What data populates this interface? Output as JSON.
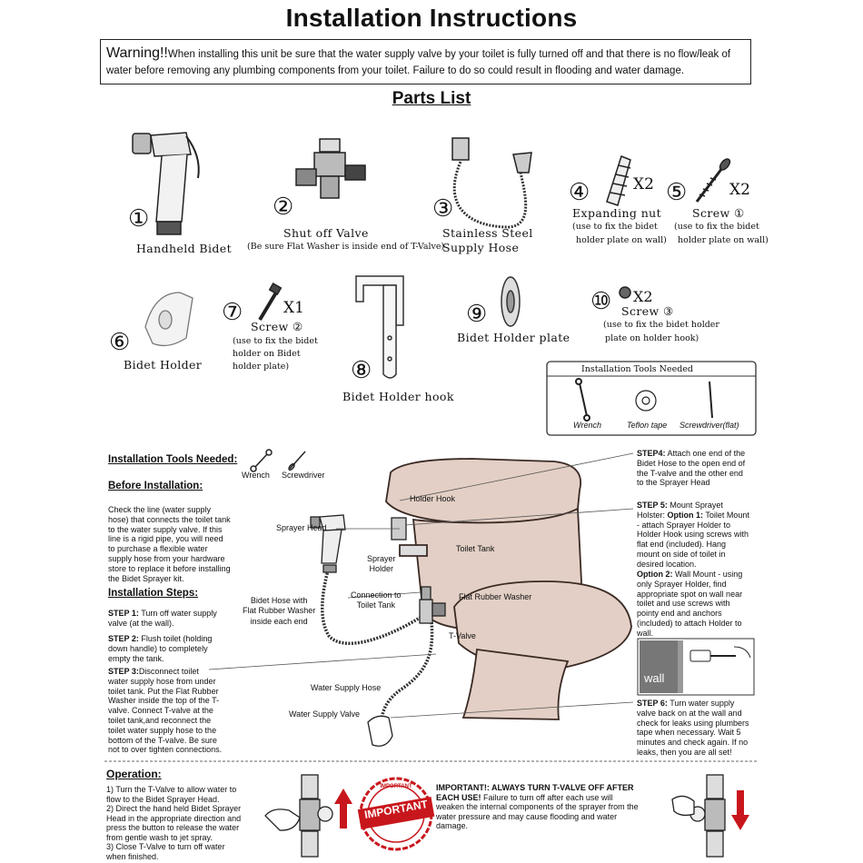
{
  "title": "Installation Instructions",
  "warning": {
    "lead": "Warning!!",
    "text": "When installing this unit be sure that the water supply valve by your toilet is fully turned off and that there is no flow/leak of water before removing any plumbing components from your toilet.  Failure to do so could result in flooding and water damage."
  },
  "parts_title": "Parts List",
  "parts": [
    {
      "num": "①",
      "label": "Handheld Bidet"
    },
    {
      "num": "②",
      "label": "Shut off Valve",
      "note": "(Be sure Flat Washer is inside end of T-Valve)"
    },
    {
      "num": "③",
      "label": "Stainless Steel",
      "label2": "Supply Hose"
    },
    {
      "num": "④",
      "qty": "X2",
      "label": "Expanding nut",
      "note1": "(use to fix the bidet",
      "note2": "holder plate on wall)"
    },
    {
      "num": "⑤",
      "qty": "X2",
      "label": "Screw ①",
      "note1": "(use to fix the bidet",
      "note2": "holder plate on wall)"
    },
    {
      "num": "⑥",
      "label": "Bidet Holder"
    },
    {
      "num": "⑦",
      "qty": "X1",
      "label": "Screw ②",
      "note1": "(use to fix the bidet",
      "note2": "holder on Bidet",
      "note3": "holder plate)"
    },
    {
      "num": "⑧",
      "label": "Bidet Holder hook"
    },
    {
      "num": "⑨",
      "label": "Bidet Holder plate"
    },
    {
      "num": "⑩",
      "qty": "X2",
      "label": "Screw ③",
      "note1": "(use to fix the bidet holder",
      "note2": "plate on holder hook)"
    }
  ],
  "tools_box": {
    "title": "Installation Tools Needed",
    "wrench": "Wrench",
    "tape": "Teflon tape",
    "screwdriver": "Screwdriver(flat)"
  },
  "tools_left": {
    "heading": "Installation Tools Needed:",
    "wrench": "Wrench",
    "screwdriver": "Screwdriver"
  },
  "before": {
    "heading": "Before Installation:",
    "lines": [
      "Check the line (water supply",
      "hose) that connects the toilet tank",
      "to the water supply valve.  If this",
      "line is a rigid pipe, you will need",
      "to purchase a flexible water",
      "supply hose from your hardware",
      "store to replace it before installing",
      "the Bidet Sprayer kit."
    ]
  },
  "steps_heading": "Installation Steps:",
  "step1": {
    "label": "STEP 1:",
    "text": "Turn off water supply",
    "line2": "valve  (at the wall)."
  },
  "step2": {
    "label": "STEP 2:",
    "text": "Flush toilet (holding",
    "line2": "down handle) to completely",
    "line3": "empty the tank."
  },
  "step3": {
    "label": "STEP 3:",
    "text": "Disconnect toilet",
    "lines": [
      "water supply hose from under",
      "toilet tank. Put the Flat Rubber",
      "Washer inside the top of the T-",
      "valve. Connect T-valve at the",
      "toilet tank,and reconnect the",
      "toilet water supply hose to the",
      "bottom of the T-valve. Be sure",
      "not to over tighten connections."
    ]
  },
  "step4": {
    "label": "STEP4:",
    "text": "Attach one end of the",
    "lines": [
      "Bidet Hose to the open end of",
      "the T-valve and the other end",
      "to the Sprayer Head"
    ]
  },
  "step5": {
    "label": "STEP 5:",
    "text": "Mount Sprayet",
    "line2a": "Holster:",
    "opt1": "Option 1:",
    "line2b": "Toilet Mount",
    "lines": [
      "- attach Sprayer Holder to",
      "Holder Hook using screws with",
      "flat end (included).  Hang",
      "mount on side of toilet in",
      "desired location."
    ]
  },
  "option2": {
    "label": "Option 2:",
    "text": "Wall Mount - using",
    "lines": [
      "only Sprayer Holder, find",
      "appropriate spot on wall near",
      "toilet and use screws with",
      "pointy end and anchors",
      "(included) to attach Holder to",
      "wall."
    ]
  },
  "wall_label": "wall",
  "step6": {
    "label": "STEP 6:",
    "text": "Turn water supply",
    "lines": [
      "valve back on at the wall and",
      "check for leaks using plumbers",
      "tape when necessary.  Wait 5",
      "minutes and check again.  If no",
      "leaks, then you are all set!"
    ]
  },
  "diagram": {
    "holder_hook": "Holder Hook",
    "sprayer_head": "Sprayer Head",
    "sprayer_holder1": "Sprayer",
    "sprayer_holder2": "Holder",
    "toilet_tank": "Toilet Tank",
    "bidet_hose1": "Bidet Hose with",
    "bidet_hose2": "Flat Rubber Washer",
    "bidet_hose3": "inside each end",
    "connection1": "Connection to",
    "connection2": "Toilet Tank",
    "flat_washer": "Flat Rubber Washer",
    "tvalve": "T-Valve",
    "water_hose": "Water Supply Hose",
    "water_valve": "Water Supply Valve"
  },
  "operation": {
    "heading": "Operation:",
    "lines": [
      "1) Turn the T-Valve to allow water to",
      "flow to the Bidet Sprayer Head.",
      "2) Direct the hand held Bidet Sprayer",
      "Head in the appropriate direction and",
      "press the button to release the water",
      "from gentle wash to jet spray.",
      "3) Close T-Valve to turn off water",
      "when finished."
    ]
  },
  "important": {
    "bold1": "IMPORTANT!: ALWAYS TURN T-VALVE OFF AFTER",
    "bold2": "EACH USE!",
    "text": "Failure to turn off after each use will",
    "lines": [
      "weaken the internal components of the sprayer from the",
      "water pressure and may cause flooding and water",
      "damage."
    ]
  },
  "stamp": {
    "main": "IMPORTANT",
    "ring": "IMPORTANT"
  },
  "colors": {
    "toilet": "#e3cfc5",
    "toilet_stroke": "#3a2a24",
    "arrow": "#c8171c",
    "stamp": "#c8171c"
  }
}
